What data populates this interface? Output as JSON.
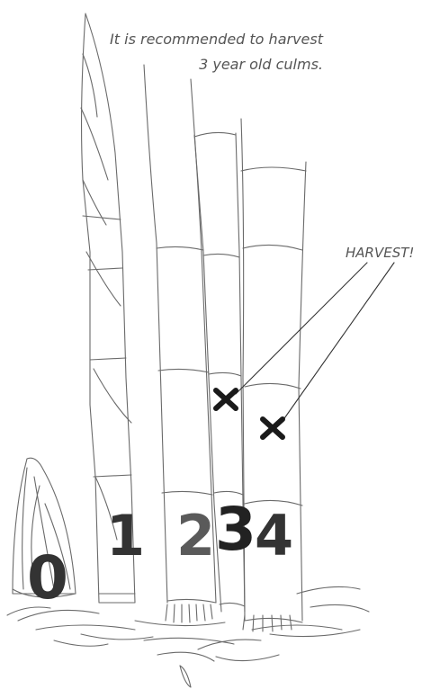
{
  "annotation": {
    "recommendation": "It is recommended to harvest 3 year old culms.",
    "harvest_label": "HARVEST!"
  },
  "culm_numbers": [
    "0",
    "1",
    "2",
    "3",
    "4"
  ],
  "marks": {
    "x_mark": "✕"
  },
  "colors": {
    "ink": "#333333",
    "text": "#555555",
    "mark": "#1a1a1a"
  }
}
